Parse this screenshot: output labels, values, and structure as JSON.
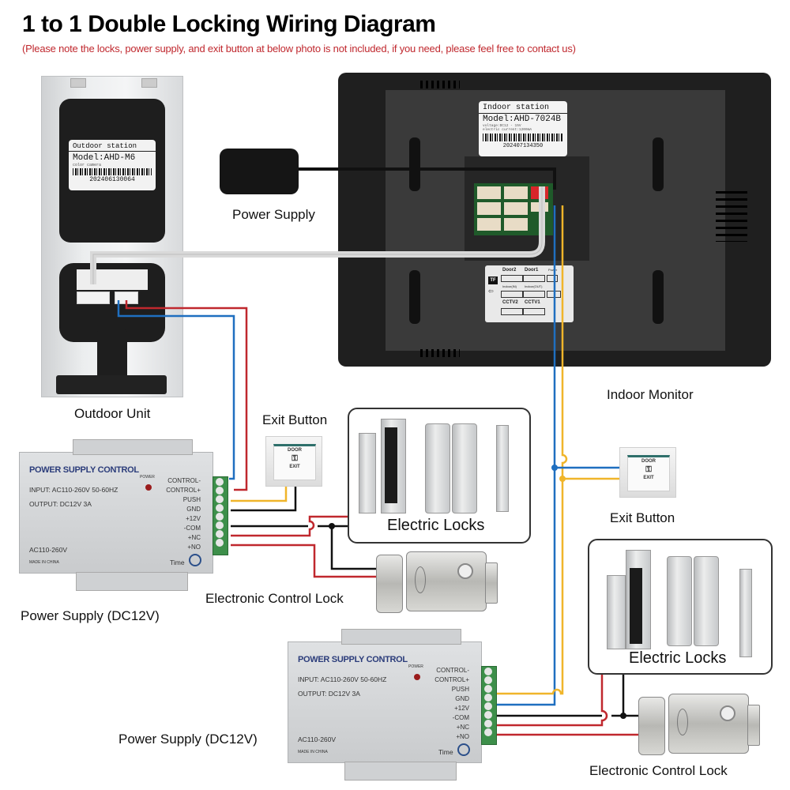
{
  "title": "1 to 1 Double Locking Wiring Diagram",
  "subtitle": "(Please note the locks, power supply, and exit button at below photo is not included, if you need, please feel free to contact us)",
  "outdoor_unit": {
    "label": "Outdoor Unit",
    "sticker": {
      "title": "Outdoor station",
      "model": "Model:AHD-M6",
      "subtext": "color camera",
      "serial": "202406130064"
    }
  },
  "power_supply_adapter": {
    "label": "Power Supply"
  },
  "indoor_monitor": {
    "label": "Indoor Monitor",
    "sticker": {
      "title": "Indoor station",
      "model": "Model:AHD-7024B",
      "line1": "voltage:DC12 - 15V",
      "line2": "electric current:1200mA",
      "serial": "202407134350"
    },
    "port_panel": {
      "ports": [
        "Door2",
        "Door1",
        "Power",
        "Indoor(IN)",
        "Indoor(OUT)",
        "CCTV2",
        "CCTV1"
      ],
      "tf_label": "TF"
    }
  },
  "power_supply_units": [
    {
      "label": "Power Supply (DC12V)",
      "title": "POWER SUPPLY CONTROL",
      "input": "INPUT: AC110-260V 50-60HZ",
      "output": "OUTPUT: DC12V  3A",
      "ac_label": "AC110-260V",
      "made_in": "MADE IN CHINA",
      "power_led": "POWER",
      "time_label": "Time",
      "terminals": [
        "CONTROL-",
        "CONTROL+",
        "PUSH",
        "GND",
        "+12V",
        "-COM",
        "+NC",
        "+NO"
      ]
    },
    {
      "label": "Power Supply (DC12V)",
      "title": "POWER SUPPLY CONTROL",
      "input": "INPUT: AC110-260V 50-60HZ",
      "output": "OUTPUT: DC12V  3A",
      "ac_label": "AC110-260V",
      "made_in": "MADE IN CHINA",
      "power_led": "POWER",
      "time_label": "Time",
      "terminals": [
        "CONTROL-",
        "CONTROL+",
        "PUSH",
        "GND",
        "+12V",
        "-COM",
        "+NC",
        "+NO"
      ]
    }
  ],
  "exit_buttons": [
    {
      "label": "Exit Button",
      "face_top": "DOOR",
      "face_bottom": "EXIT"
    },
    {
      "label": "Exit Button",
      "face_top": "DOOR",
      "face_bottom": "EXIT"
    }
  ],
  "electric_locks": [
    {
      "label": "Electric Locks"
    },
    {
      "label": "Electric Locks"
    }
  ],
  "electronic_control_locks": [
    {
      "label": "Electronic Control Lock"
    },
    {
      "label": "Electronic Control Lock"
    }
  ],
  "wire_colors": {
    "red": "#c0282e",
    "blue": "#1f6fc0",
    "yellow": "#f0b52a",
    "black": "#111111",
    "gray": "#d9d9d9"
  }
}
